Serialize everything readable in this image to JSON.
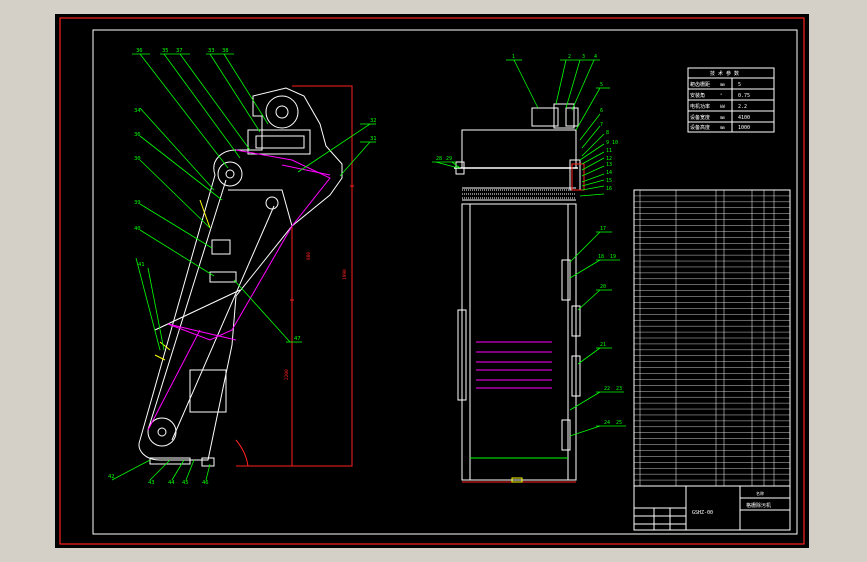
{
  "colors": {
    "background": "#000000",
    "frame_bg": "#d4d0c8",
    "border": "#ff2020",
    "drawing": "#ffffff",
    "leader": "#00ff00",
    "dimension": "#ff2020",
    "centerline": "#ff00ff",
    "highlight": "#ffff00"
  },
  "side_view_labels": [
    "36",
    "35",
    "37",
    "33",
    "38",
    "34",
    "36",
    "32",
    "31",
    "30",
    "39",
    "40",
    "41",
    "47",
    "42",
    "43",
    "44",
    "45",
    "46"
  ],
  "front_view_labels": [
    "1",
    "2",
    "3",
    "4",
    "5",
    "6",
    "7",
    "8",
    "9",
    "10",
    "11",
    "12",
    "13",
    "14",
    "15",
    "16",
    "17",
    "18",
    "19",
    "20",
    "21",
    "22",
    "23",
    "24",
    "25",
    "28",
    "29"
  ],
  "spec_table": {
    "header": "技 术 参 数",
    "rows": [
      {
        "label": "耙齿栅距",
        "unit": "mm",
        "value": "5"
      },
      {
        "label": "安装角",
        "unit": "°",
        "value": "0.75"
      },
      {
        "label": "电机功率",
        "unit": "kW",
        "value": "2.2"
      },
      {
        "label": "设备宽度",
        "unit": "mm",
        "value": "4100"
      },
      {
        "label": "设备高度",
        "unit": "mm",
        "value": "1000"
      }
    ]
  },
  "dimensions": [
    "1990",
    "800",
    "2200"
  ],
  "title_block": {
    "drawing_no": "GSHZ-00",
    "title": "格栅除污机",
    "name_col": "名称"
  }
}
